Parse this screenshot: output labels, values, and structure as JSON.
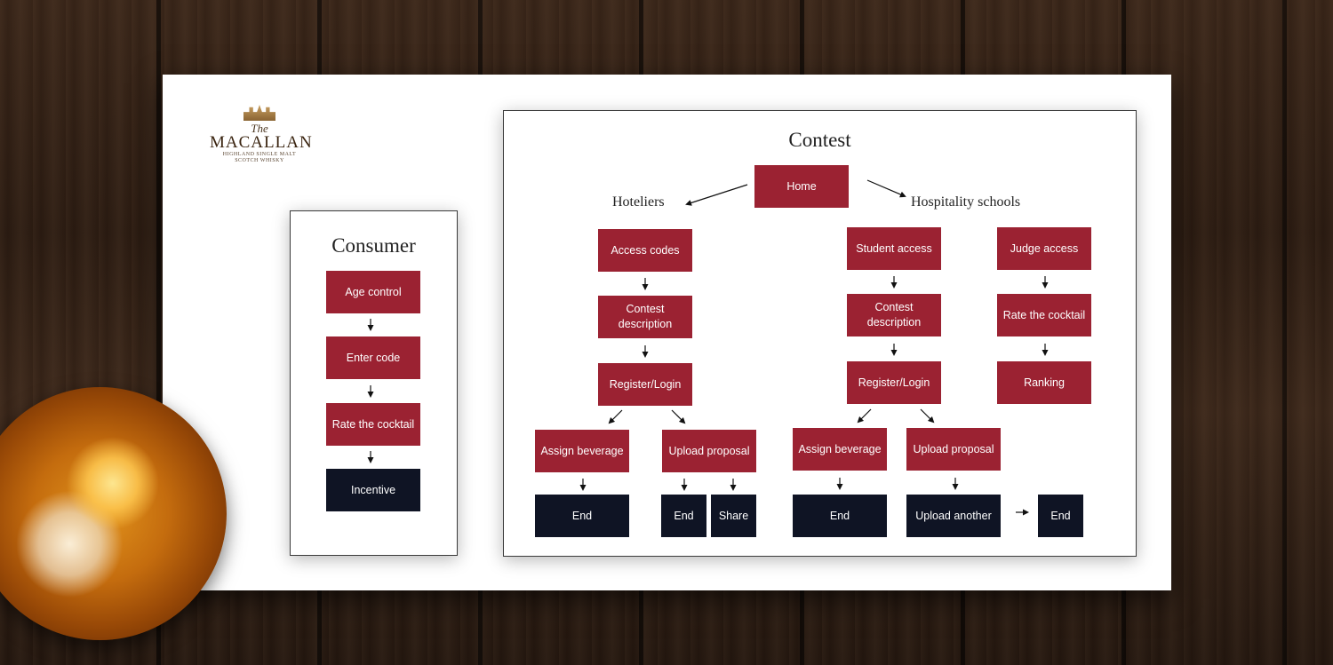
{
  "consumer": {
    "title": "Consumer",
    "steps": [
      "Age control",
      "Enter code",
      "Rate the cocktail",
      "Incentive"
    ]
  },
  "contest": {
    "title": "Contest",
    "home": "Home",
    "hoteliers": {
      "heading": "Hoteliers",
      "steps": [
        "Access codes",
        "Contest description",
        "Register/Login"
      ],
      "assign": "Assign beverage",
      "upload": "Upload proposal",
      "end_left": "End",
      "end_mid": "End",
      "share": "Share"
    },
    "schools": {
      "heading": "Hospitality schools",
      "student_steps": [
        "Student access",
        "Contest description",
        "Register/Login"
      ],
      "assign": "Assign beverage",
      "upload": "Upload proposal",
      "end_left": "End",
      "upload_another": "Upload another",
      "end_right": "End",
      "judge_steps": [
        "Judge access",
        "Rate the cocktail",
        "Ranking"
      ]
    }
  },
  "colors": {
    "step": "#9b2232",
    "terminal": "#0f1424"
  },
  "logo": {
    "the": "The",
    "brand": "MACALLAN",
    "sub1": "HIGHLAND SINGLE MALT",
    "sub2": "SCOTCH WHISKY"
  }
}
